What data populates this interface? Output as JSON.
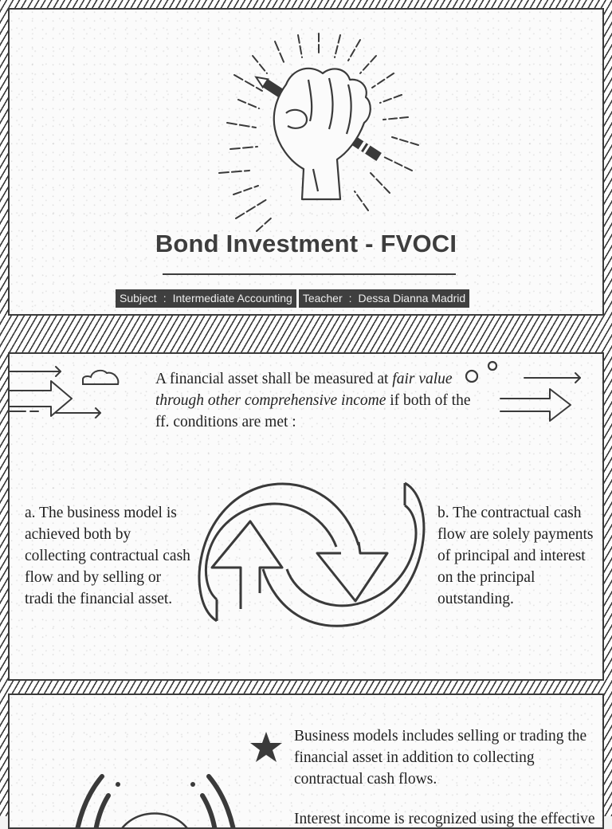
{
  "slide1": {
    "title": "Bond Investment - FVOCI",
    "subject_label": "Subject",
    "subject_value": "Intermediate Accounting",
    "teacher_label": "Teacher",
    "teacher_value": "Dessa Dianna Madrid",
    "separator": ":",
    "illustration": "fist-holding-pencil-icon"
  },
  "slide2": {
    "intro_part1": "A financial asset shall be measured at ",
    "intro_italic": "fair value through other comprehensive income",
    "intro_part2": " if both of the ff. conditions are met :",
    "condition_a": "a. The business model is achieved both by collecting contractual cash flow and by selling or tradi the financial asset.",
    "condition_b": "b. The contractual cash flow are solely payments of principal and interest on the principal outstanding.",
    "illustration": "cycle-arrows-icon"
  },
  "slide3": {
    "bullet1": "Business models includes selling or trading the financial asset in addition to collecting contractual cash flows.",
    "bullet2": "Interest income is recognized using the effective",
    "bullet_icon": "star-icon"
  },
  "colors": {
    "ink": "#3d3d3d",
    "text": "#222222",
    "meta_bg": "#3f3f3f",
    "meta_text": "#eeeeee",
    "paper": "#fbfbfb"
  }
}
